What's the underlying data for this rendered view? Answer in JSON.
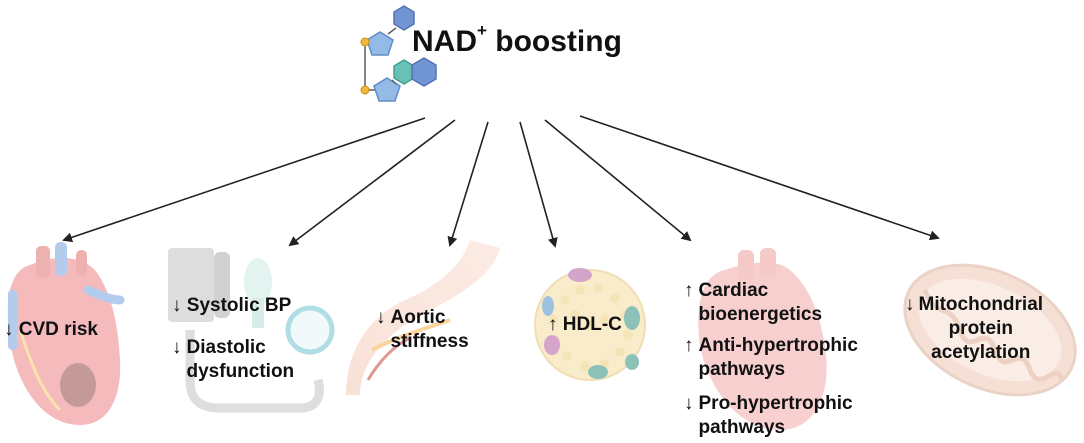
{
  "title": {
    "main": "NAD",
    "superscript": "+",
    "rest": " boosting"
  },
  "effects": [
    {
      "name": "heart",
      "icon": "heart-icon",
      "arrows": [
        "down"
      ],
      "labels": [
        "CVD risk"
      ]
    },
    {
      "name": "blood-pressure",
      "icon": "blood-pressure-monitor-icon",
      "arrows": [
        "down",
        "down"
      ],
      "labels": [
        "Systolic BP",
        "Diastolic\ndysfunction"
      ]
    },
    {
      "name": "aorta",
      "icon": "artery-icon",
      "arrows": [
        "down"
      ],
      "labels": [
        "Aortic\nstiffness"
      ]
    },
    {
      "name": "lipoprotein",
      "icon": "lipoprotein-particle-icon",
      "arrows": [
        "up"
      ],
      "labels": [
        "HDL-C"
      ]
    },
    {
      "name": "heart-muscle",
      "icon": "heart-outline-icon",
      "arrows": [
        "up",
        "up",
        "down"
      ],
      "labels": [
        "Cardiac\nbioenergetics",
        "Anti-hypertrophic\npathways",
        "Pro-hypertrophic\npathways"
      ]
    },
    {
      "name": "mitochondria",
      "icon": "mitochondrion-icon",
      "arrows": [
        "down"
      ],
      "labels": [
        "Mitochondrial\nprotein\nacetylation"
      ]
    }
  ],
  "colors": {
    "arrow": "#222222",
    "text": "#111111",
    "hexagon": "#6a8fd0",
    "pentagon": "#8fb8e6",
    "teal": "#5fbfb2",
    "phosphate": "#f2b233"
  }
}
